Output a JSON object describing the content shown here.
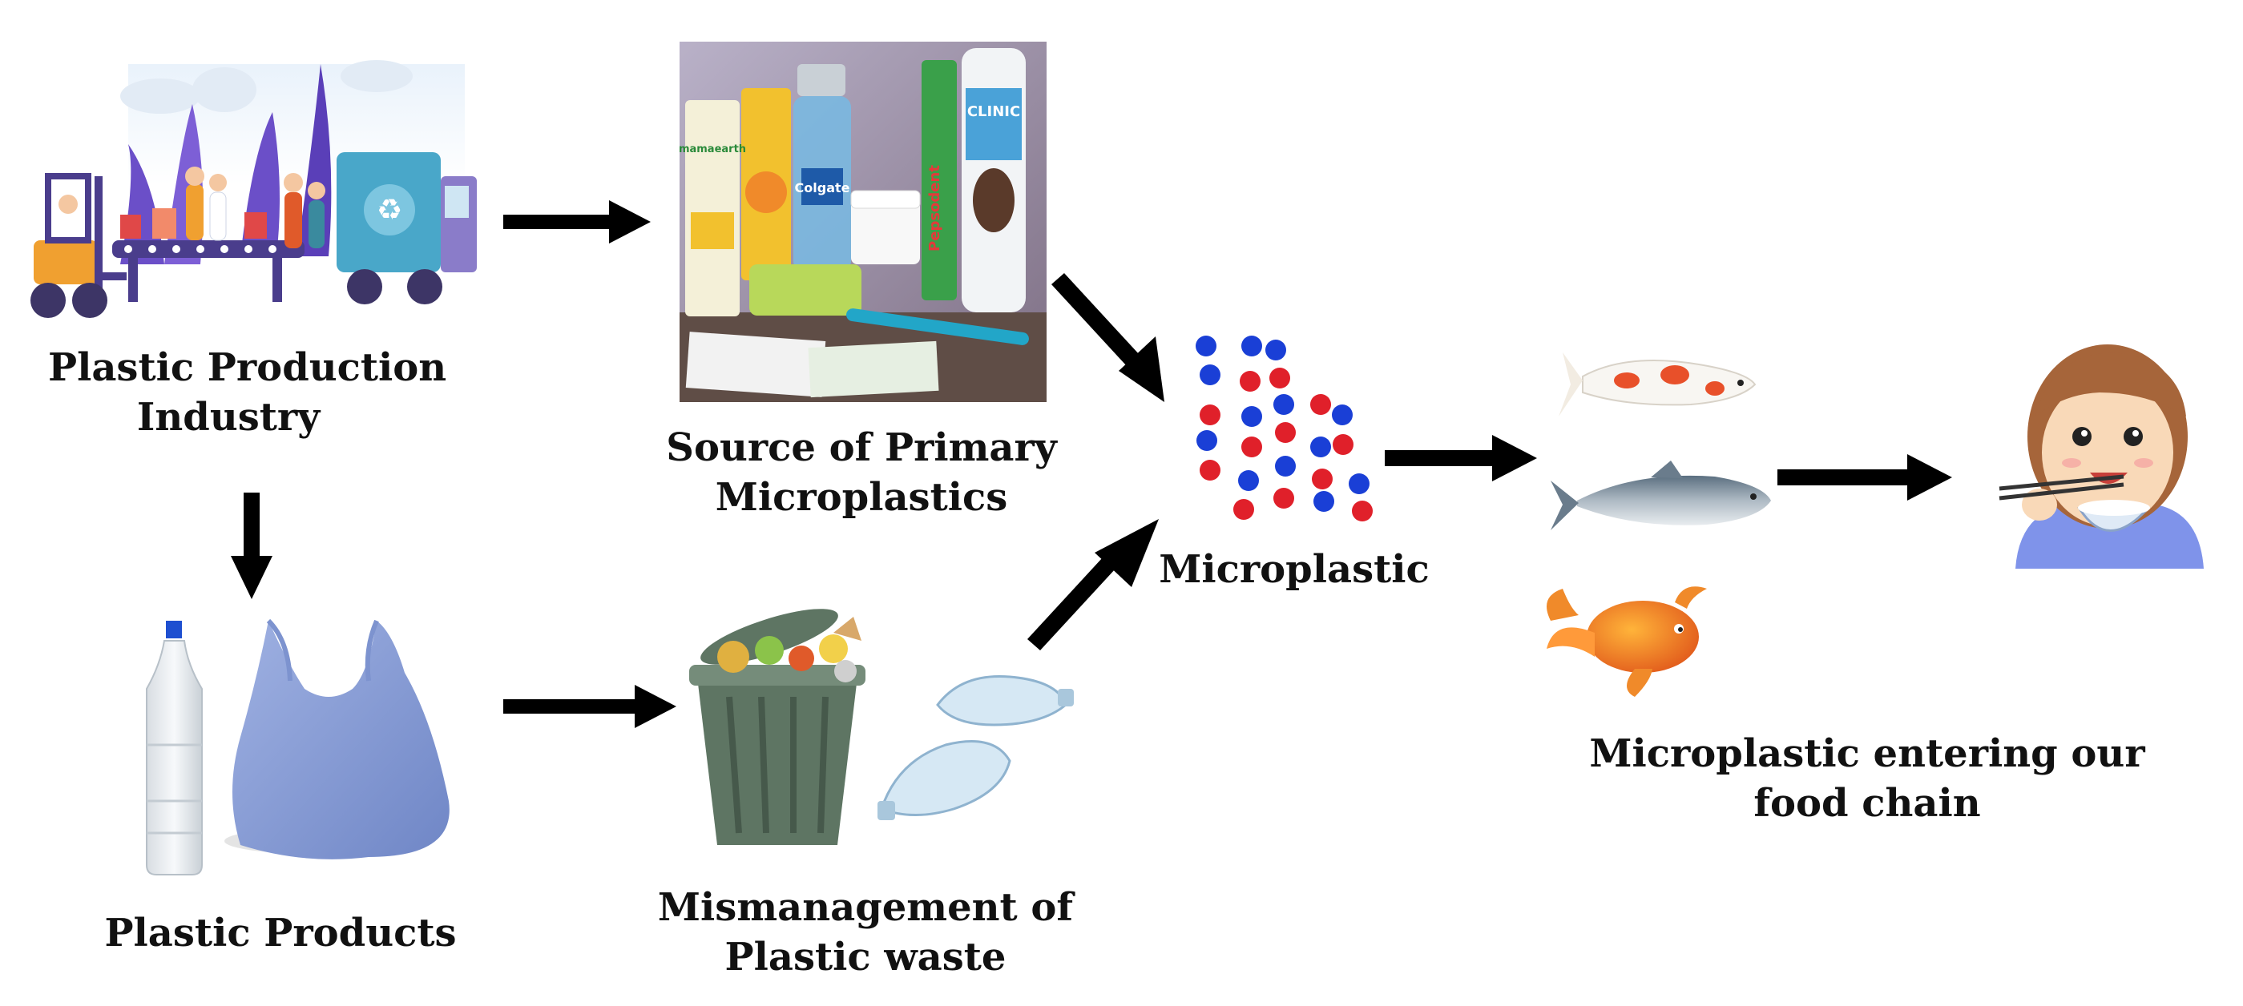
{
  "nodes": {
    "industry": {
      "lines": [
        "Plastic Production",
        "Industry"
      ]
    },
    "products": {
      "lines": [
        "Plastic Products"
      ]
    },
    "primary": {
      "lines": [
        "Source of Primary",
        "Microplastics"
      ]
    },
    "waste": {
      "lines": [
        "Mismanagement of",
        "Plastic waste"
      ]
    },
    "microplastic": {
      "lines": [
        "Microplastic"
      ]
    },
    "foodchain": {
      "lines": [
        "Microplastic entering our",
        "food chain"
      ]
    }
  },
  "photo_text": {
    "mamaearth": "mamaearth",
    "colgate": "Colgate",
    "pepsodent": "Pepsodent",
    "clinic": "CLINIC"
  },
  "colors": {
    "arrow": "#000000",
    "particle_blue": "#1a3fd6",
    "particle_red": "#e0202a",
    "bag": "#8fa3d8",
    "bin": "#5e7563",
    "industry_purple": "#6b4fc8",
    "truck_blue": "#49a7c9"
  }
}
